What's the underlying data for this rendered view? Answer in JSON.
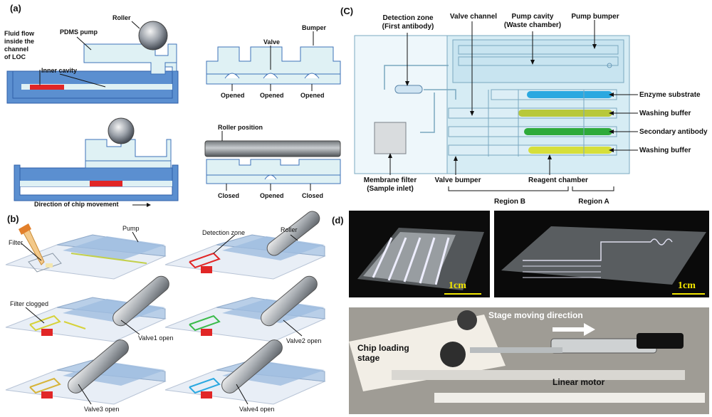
{
  "panel_a": {
    "label": "(a)",
    "fluid_flow": "Fluid flow\ninside the\nchannel\nof  LOC",
    "pdms_pump": "PDMS pump",
    "roller": "Roller",
    "inner_cavity": "Inner cavity",
    "valve": "Valve",
    "bumper": "Bumper",
    "opened_1": "Opened",
    "opened_2": "Opened",
    "opened_3": "Opened",
    "roller_position": "Roller position",
    "closed_1": "Closed",
    "opened_mid": "Opened",
    "closed_2": "Closed",
    "direction": "Direction of chip movement"
  },
  "panel_b": {
    "label": "(b)",
    "pump": "Pump",
    "filter": "Filter",
    "detection_zone": "Detection zone",
    "roller": "Roller",
    "filter_clogged": "Filter clogged",
    "valve1": "Valve1 open",
    "valve2": "Valve2 open",
    "valve3": "Valve3 open",
    "valve4": "Valve4 open"
  },
  "panel_c": {
    "label": "(C)",
    "detection_zone": "Detection zone\n(First antibody)",
    "valve_channel": "Valve channel",
    "pump_cavity": "Pump cavity\n(Waste chamber)",
    "pump_bumper": "Pump bumper",
    "enzyme_substrate": "Enzyme substrate",
    "washing_buffer_1": "Washing buffer",
    "secondary_antibody": "Secondary antibody",
    "washing_buffer_2": "Washing buffer",
    "membrane_filter": "Membrane filter\n(Sample inlet)",
    "valve_bumper": "Valve bumper",
    "reagent_chamber": "Reagent chamber",
    "region_b": "Region B",
    "region_a": "Region A"
  },
  "panel_d": {
    "label": "(d)",
    "scale_1": "1cm",
    "scale_2": "1cm",
    "stage_moving": "Stage moving direction",
    "chip_loading": "Chip loading\nstage",
    "linear_motor": "Linear motor"
  },
  "colors": {
    "chip_blue": "#5b8fd0",
    "chip_light": "#dff1f4",
    "outline": "#3e72b8",
    "enzyme": "#2aa8e0",
    "washing": "#b8c83a",
    "secondary": "#2eaa3a",
    "red_zone": "#e12626"
  }
}
